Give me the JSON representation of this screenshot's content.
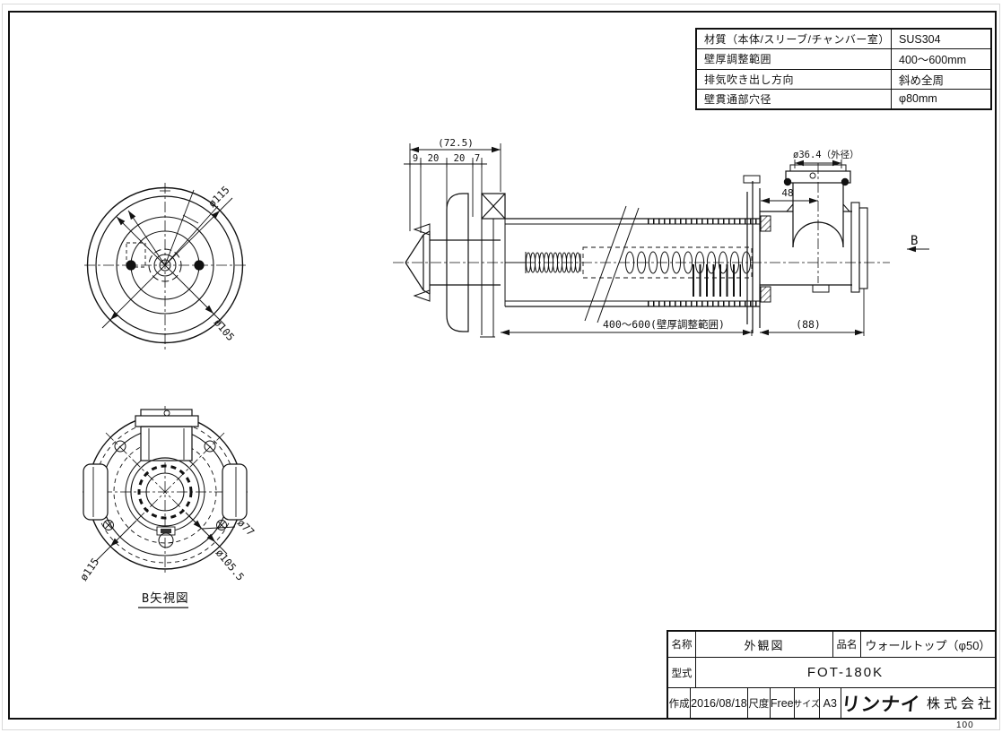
{
  "colors": {
    "line": "#111111",
    "background": "#ffffff"
  },
  "page": {
    "footer_number": "100"
  },
  "spec_table": {
    "rows": [
      {
        "label": "材質（本体/スリーブ/チャンバー室）",
        "value": "SUS304"
      },
      {
        "label": "壁厚調整範囲",
        "value": "400～600mm"
      },
      {
        "label": "排気吹き出し方向",
        "value": "斜め全周"
      },
      {
        "label": "壁貫通部穴径",
        "value": "φ80mm"
      }
    ]
  },
  "title_block": {
    "name_label": "名称",
    "name_value": "外観図",
    "item_label": "品名",
    "item_value": "ウォールトップ（φ50）",
    "model_label": "型式",
    "model_value": "FOT-180K",
    "created_label": "作成",
    "created_value": "2016/08/18",
    "scale_label": "尺度",
    "scale_value": "Free",
    "size_label": "サイズ",
    "size_value": "A3",
    "company_brand": "リンナイ",
    "company_suffix": "株式会社"
  },
  "front_view": {
    "dia_outer": "ø115",
    "dia_inner": "ø105"
  },
  "b_view": {
    "caption": "B矢視図",
    "dia_outer": "ø115",
    "dia_mid": "ø105.5",
    "dia_small": "ø77"
  },
  "side_view": {
    "dim_overall": "(72.5)",
    "dim_seg1": "9",
    "dim_seg2": "20",
    "dim_seg3": "20",
    "dim_seg4": "7",
    "dim_pipe_od": "ø36.4（外径）",
    "dim_offset": "48",
    "dim_wall_range": "400～600(壁厚調整範囲)",
    "dim_chamber": "(88)",
    "view_marker": "B"
  }
}
